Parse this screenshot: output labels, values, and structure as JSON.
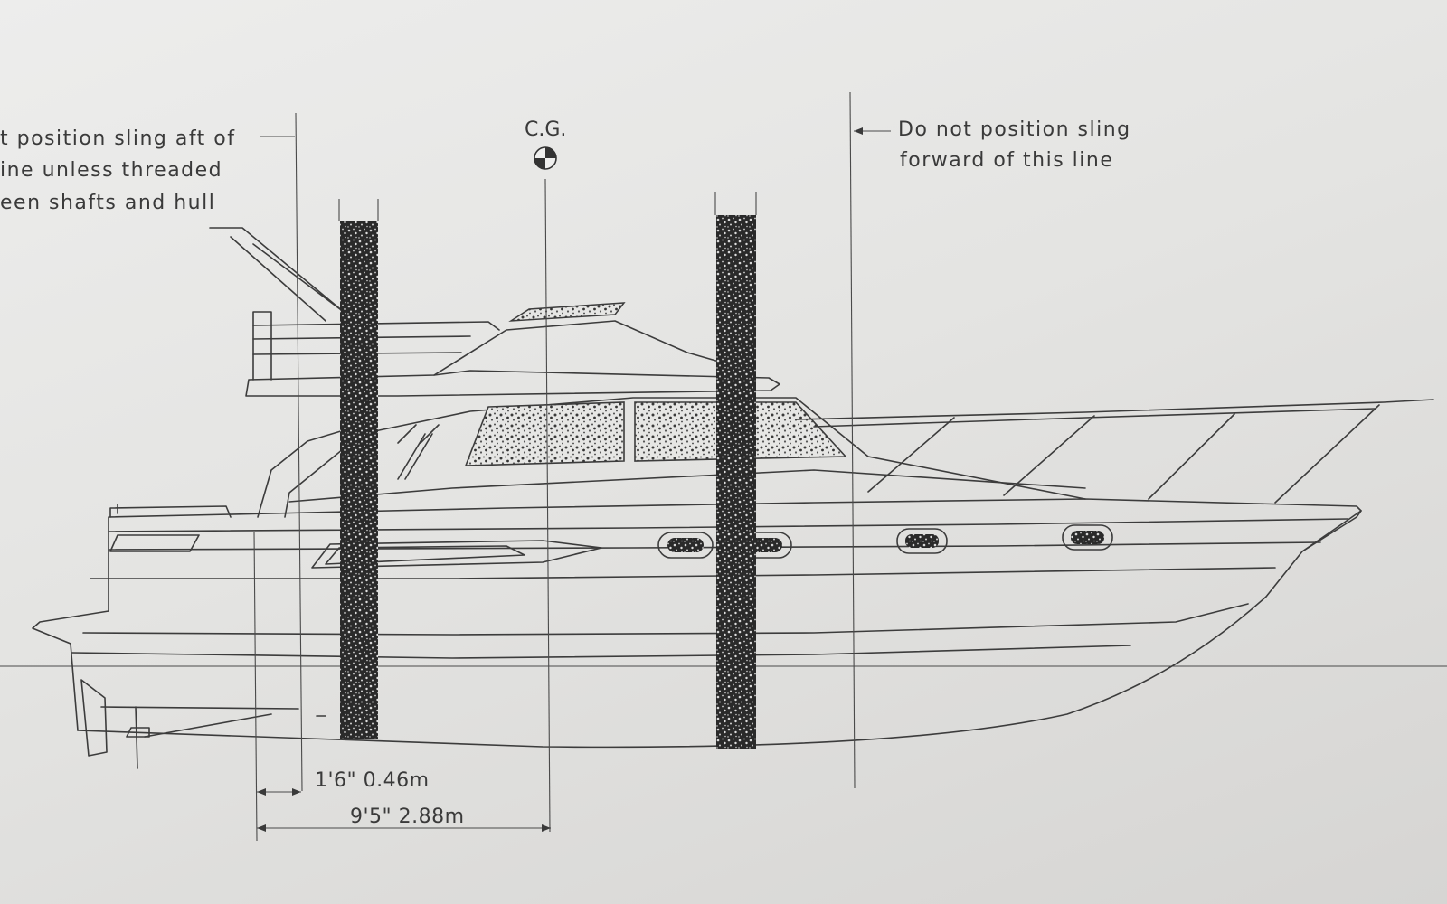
{
  "aft_note": {
    "line1": "t position sling aft of",
    "line2": "ine unless threaded",
    "line3": "een shafts and hull"
  },
  "fwd_note": {
    "line1": "Do not position sling",
    "line2": "forward of this line"
  },
  "cg_label": "C.G.",
  "dimensions": {
    "short": "1'6\" 0.46m",
    "long": "9'5\" 2.88m"
  }
}
